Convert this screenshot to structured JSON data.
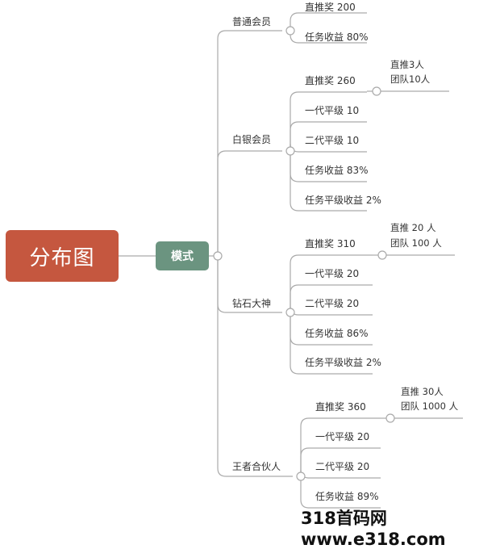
{
  "root": {
    "label": "分布图"
  },
  "mode": {
    "label": "模式"
  },
  "tiers": [
    {
      "name": "普通会员",
      "items": [
        "直推奖 200",
        "任务收益 80%"
      ],
      "bonus": []
    },
    {
      "name": "白银会员",
      "items": [
        "直推奖 260",
        "一代平级 10",
        "二代平级 10",
        "任务收益 83%",
        "任务平级收益 2%"
      ],
      "bonus": [
        "直推3人",
        "团队10人"
      ]
    },
    {
      "name": "钻石大神",
      "items": [
        "直推奖 310",
        "一代平级 20",
        "二代平级 20",
        "任务收益 86%",
        "任务平级收益 2%"
      ],
      "bonus": [
        "直推 20 人",
        "团队 100 人"
      ]
    },
    {
      "name": "王者合伙人",
      "items": [
        "直推奖 360",
        "一代平级 20",
        "二代平级 20",
        "任务收益 89%"
      ],
      "bonus": [
        "直推 30人",
        "团队 1000 人"
      ]
    }
  ],
  "watermark": "318首码网 www.e318.com",
  "colors": {
    "root": "#c5573f",
    "mode": "#6b9480",
    "line": "#aaaaaa"
  }
}
